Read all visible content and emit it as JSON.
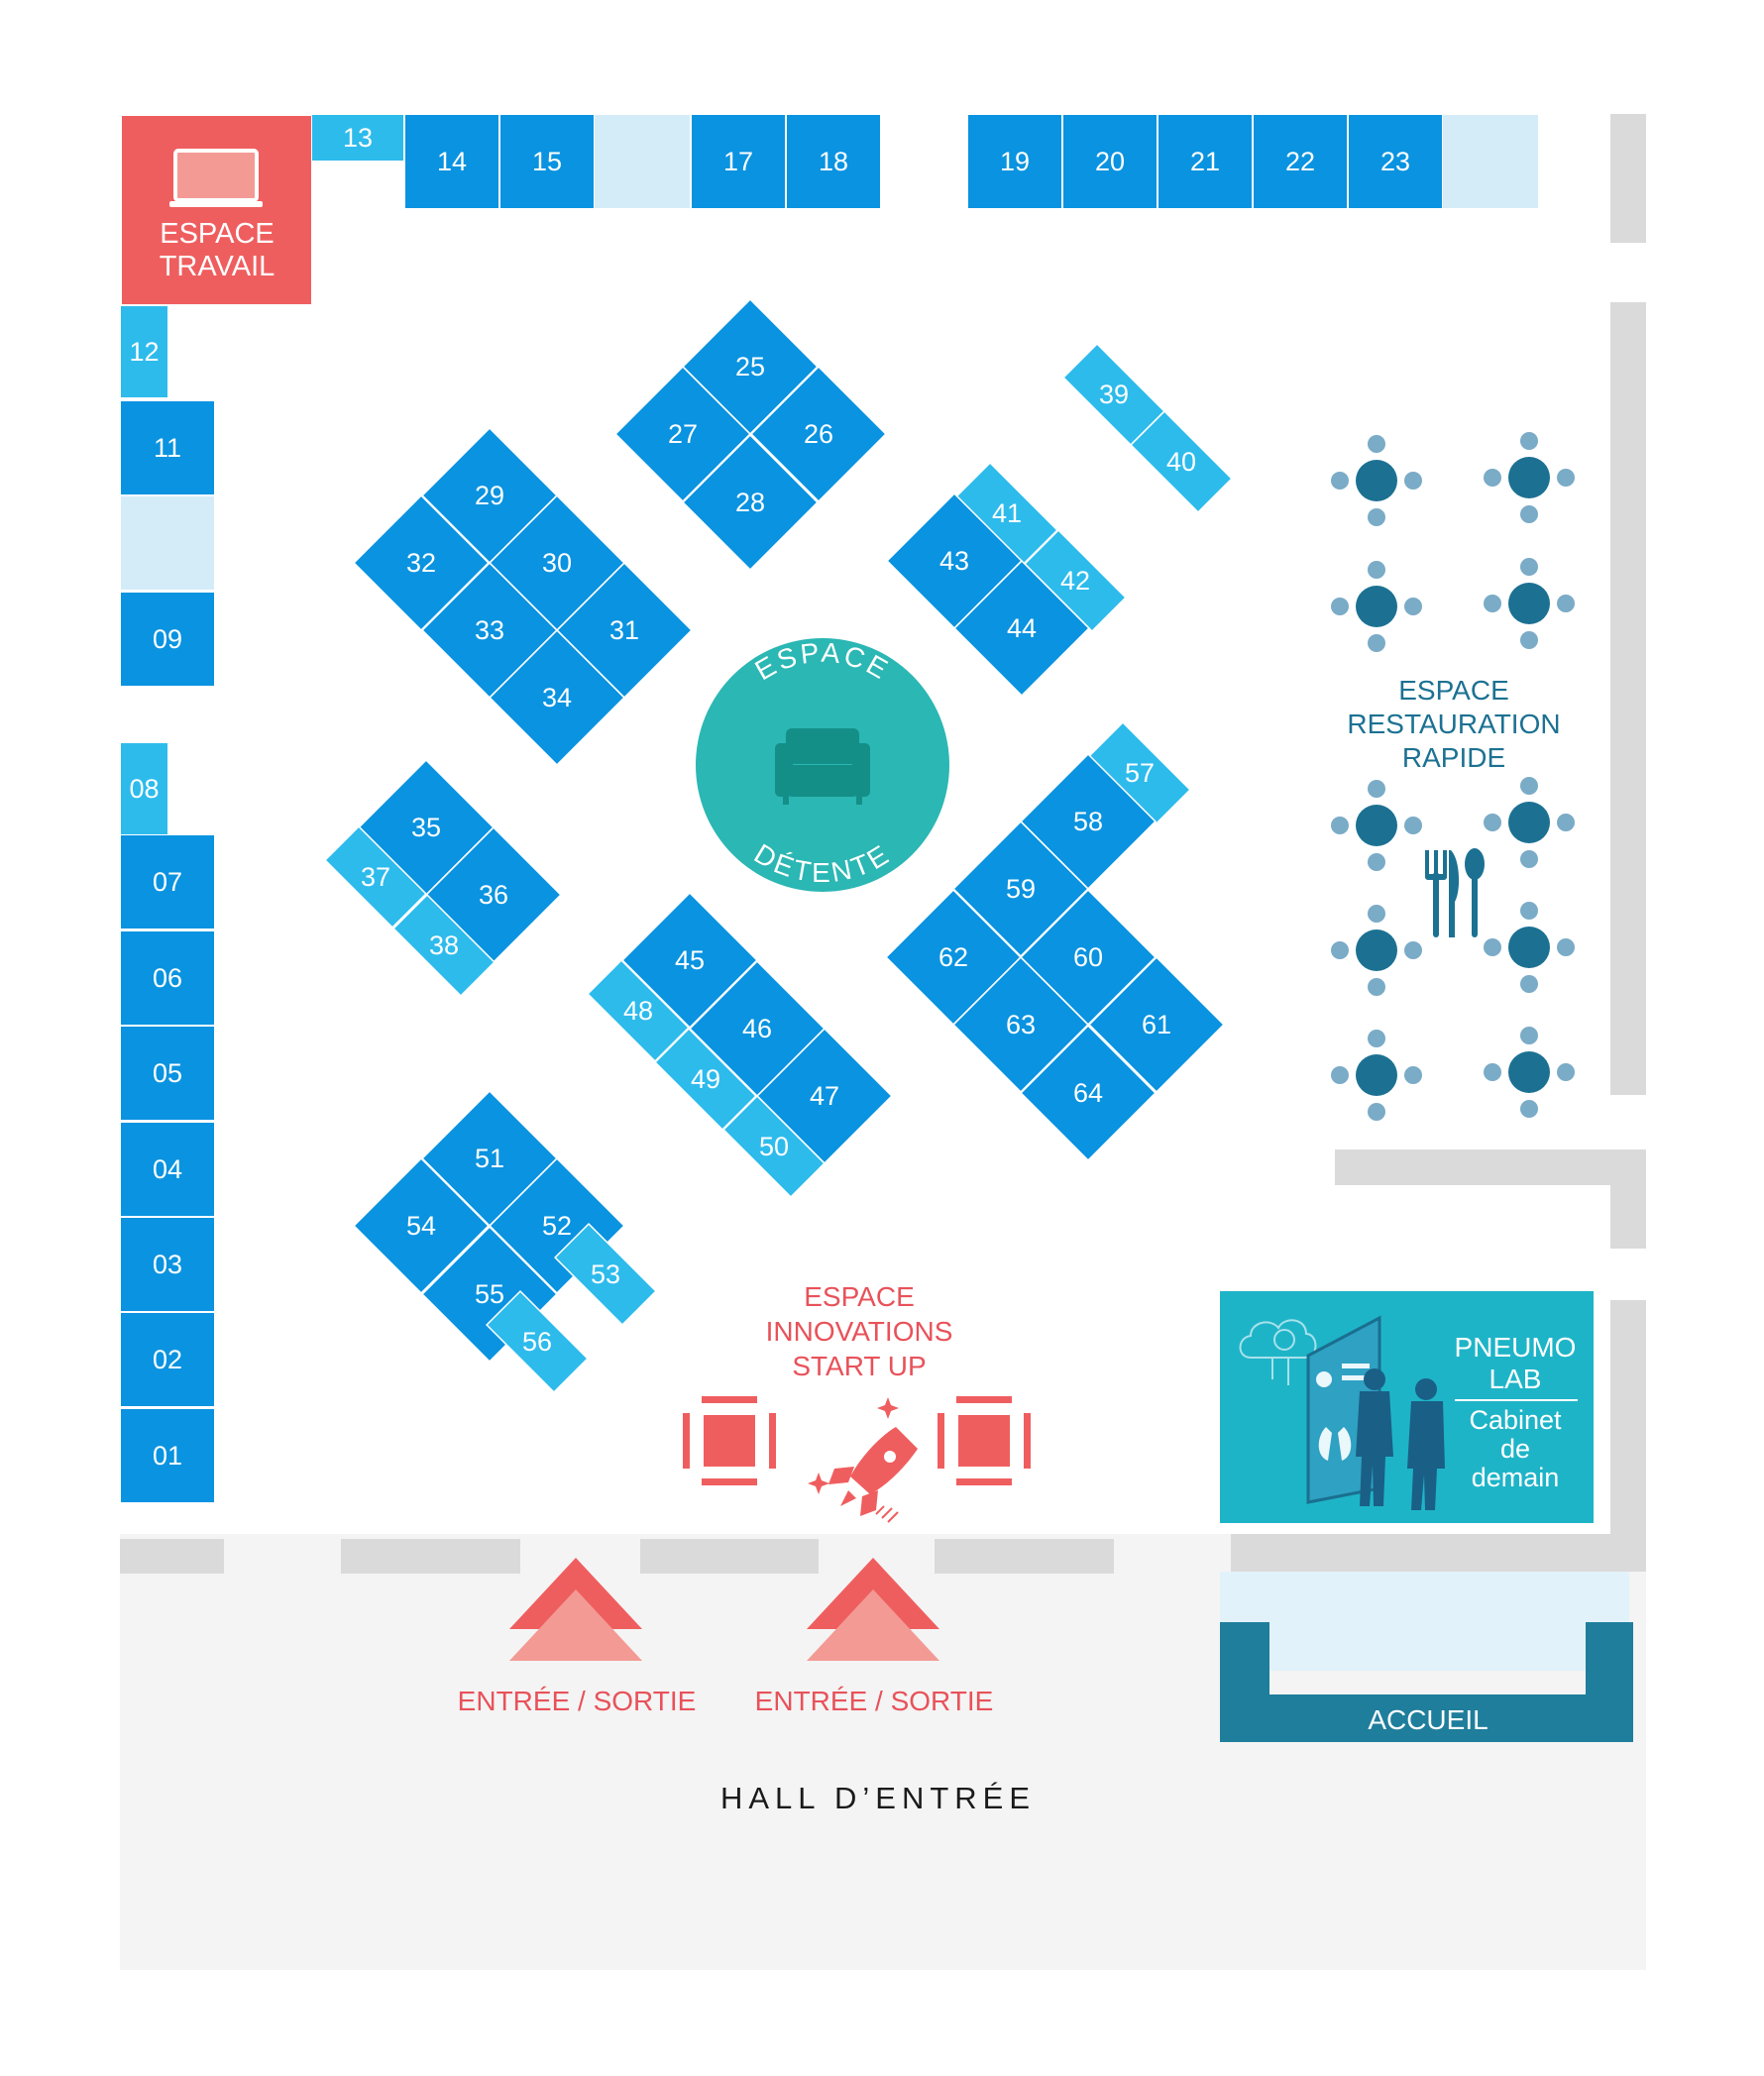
{
  "colors": {
    "booth_dark": "#0a93e0",
    "booth_light": "#2dbbec",
    "booth_empty": "#d4ecf8",
    "wall": "#dadada",
    "hall_floor": "#f4f4f4",
    "red": "#ef5e5f",
    "red_light": "#f39a95",
    "teal": "#1c7192",
    "detente": "#2bb7b4",
    "pneumo": "#1eb4c8",
    "accueil": "#1f7e9c",
    "accueil_floor": "#e2f2fb",
    "table": "#1c7192",
    "chair": "#7aabc7"
  },
  "booths": [
    {
      "id": "01",
      "shade": "dark"
    },
    {
      "id": "02",
      "shade": "dark"
    },
    {
      "id": "03",
      "shade": "dark"
    },
    {
      "id": "04",
      "shade": "dark"
    },
    {
      "id": "05",
      "shade": "dark"
    },
    {
      "id": "06",
      "shade": "dark"
    },
    {
      "id": "07",
      "shade": "dark"
    },
    {
      "id": "08",
      "shade": "light"
    },
    {
      "id": "09",
      "shade": "dark"
    },
    {
      "id": "",
      "shade": "empty"
    },
    {
      "id": "11",
      "shade": "dark"
    },
    {
      "id": "12",
      "shade": "light"
    },
    {
      "id": "13",
      "shade": "light"
    },
    {
      "id": "14",
      "shade": "dark"
    },
    {
      "id": "15",
      "shade": "dark"
    },
    {
      "id": "",
      "shade": "empty"
    },
    {
      "id": "17",
      "shade": "dark"
    },
    {
      "id": "18",
      "shade": "dark"
    },
    {
      "id": "19",
      "shade": "dark"
    },
    {
      "id": "20",
      "shade": "dark"
    },
    {
      "id": "21",
      "shade": "dark"
    },
    {
      "id": "22",
      "shade": "dark"
    },
    {
      "id": "23",
      "shade": "dark"
    },
    {
      "id": "",
      "shade": "empty"
    },
    {
      "id": "25",
      "shade": "dark"
    },
    {
      "id": "26",
      "shade": "dark"
    },
    {
      "id": "27",
      "shade": "dark"
    },
    {
      "id": "28",
      "shade": "dark"
    },
    {
      "id": "29",
      "shade": "dark"
    },
    {
      "id": "30",
      "shade": "dark"
    },
    {
      "id": "31",
      "shade": "dark"
    },
    {
      "id": "32",
      "shade": "dark"
    },
    {
      "id": "33",
      "shade": "dark"
    },
    {
      "id": "34",
      "shade": "dark"
    },
    {
      "id": "35",
      "shade": "dark"
    },
    {
      "id": "36",
      "shade": "dark"
    },
    {
      "id": "37",
      "shade": "light"
    },
    {
      "id": "38",
      "shade": "light"
    },
    {
      "id": "39",
      "shade": "light"
    },
    {
      "id": "40",
      "shade": "light"
    },
    {
      "id": "41",
      "shade": "light"
    },
    {
      "id": "42",
      "shade": "light"
    },
    {
      "id": "43",
      "shade": "dark"
    },
    {
      "id": "44",
      "shade": "dark"
    },
    {
      "id": "45",
      "shade": "dark"
    },
    {
      "id": "46",
      "shade": "dark"
    },
    {
      "id": "47",
      "shade": "dark"
    },
    {
      "id": "48",
      "shade": "light"
    },
    {
      "id": "49",
      "shade": "light"
    },
    {
      "id": "50",
      "shade": "light"
    },
    {
      "id": "51",
      "shade": "dark"
    },
    {
      "id": "52",
      "shade": "dark"
    },
    {
      "id": "53",
      "shade": "light"
    },
    {
      "id": "54",
      "shade": "dark"
    },
    {
      "id": "55",
      "shade": "dark"
    },
    {
      "id": "56",
      "shade": "light"
    },
    {
      "id": "57",
      "shade": "light"
    },
    {
      "id": "58",
      "shade": "dark"
    },
    {
      "id": "59",
      "shade": "dark"
    },
    {
      "id": "60",
      "shade": "dark"
    },
    {
      "id": "61",
      "shade": "dark"
    },
    {
      "id": "62",
      "shade": "dark"
    },
    {
      "id": "63",
      "shade": "dark"
    },
    {
      "id": "64",
      "shade": "dark"
    }
  ],
  "zones": {
    "travail": [
      "ESPACE",
      "TRAVAIL"
    ],
    "detente_top": "ESPACE",
    "detente_bottom": "DÉTENTE",
    "restauration": [
      "ESPACE",
      "RESTAURATION",
      "RAPIDE"
    ],
    "innovations": [
      "ESPACE",
      "INNOVATIONS",
      "START UP"
    ],
    "pneumo_title": [
      "PNEUMO",
      "LAB"
    ],
    "pneumo_sub": [
      "Cabinet",
      "de",
      "demain"
    ],
    "accueil": "ACCUEIL",
    "entree_1": "ENTRÉE / SORTIE",
    "entree_2": "ENTRÉE / SORTIE",
    "hall": "HALL D’ENTRÉE"
  }
}
